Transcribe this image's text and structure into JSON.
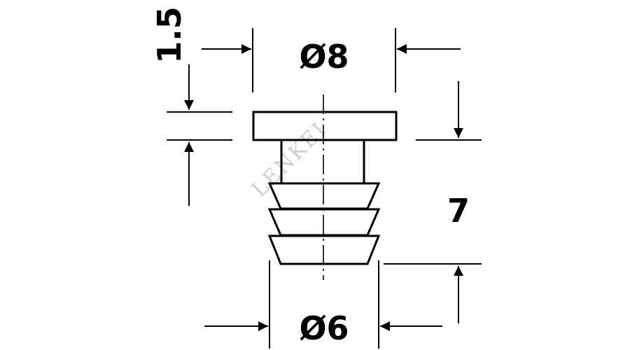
{
  "drawing": {
    "dim_top_diameter": "Ø8",
    "dim_bottom_diameter": "Ø6",
    "dim_head_thickness": "1.5",
    "dim_height": "7",
    "watermark": "LENKEI"
  },
  "colors": {
    "line": "#000000",
    "watermark": "#d0d0d0",
    "background": "#ffffff"
  }
}
